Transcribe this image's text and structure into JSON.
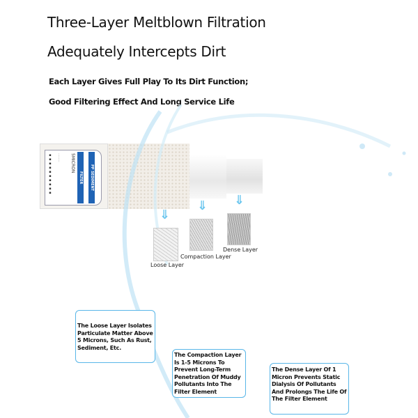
{
  "headline": {
    "line1": "Three-Layer Meltblown Filtration",
    "line2": "Adequately Intercepts Dirt"
  },
  "subheadline": {
    "line1": "Each Layer Gives Full Play To Its Dirt Function;",
    "line2": "Good Filtering Effect And Long Service Life"
  },
  "filter_label": {
    "band1": "PP SEDIMENT",
    "band2": "FILTER",
    "text": "5MICRON"
  },
  "layers": [
    {
      "name": "Loose Layer",
      "description": "The Loose Layer Isolates Particulate Matter Above 5 Microns, Such As Rust, Sediment, Etc."
    },
    {
      "name": "Compaction Layer",
      "description": "The Compaction Layer Is 1-5 Microns To Prevent Long-Term Penetration Of Muddy Pollutants Into The Filter Element"
    },
    {
      "name": "Dense Layer",
      "description": "The Dense Layer Of 1 Micron Prevents Static Dialysis Of Pollutants And Prolongs The Life Of The Filter Element"
    }
  ],
  "colors": {
    "accent": "#58b6e8",
    "label_band": "#1f63b5"
  }
}
